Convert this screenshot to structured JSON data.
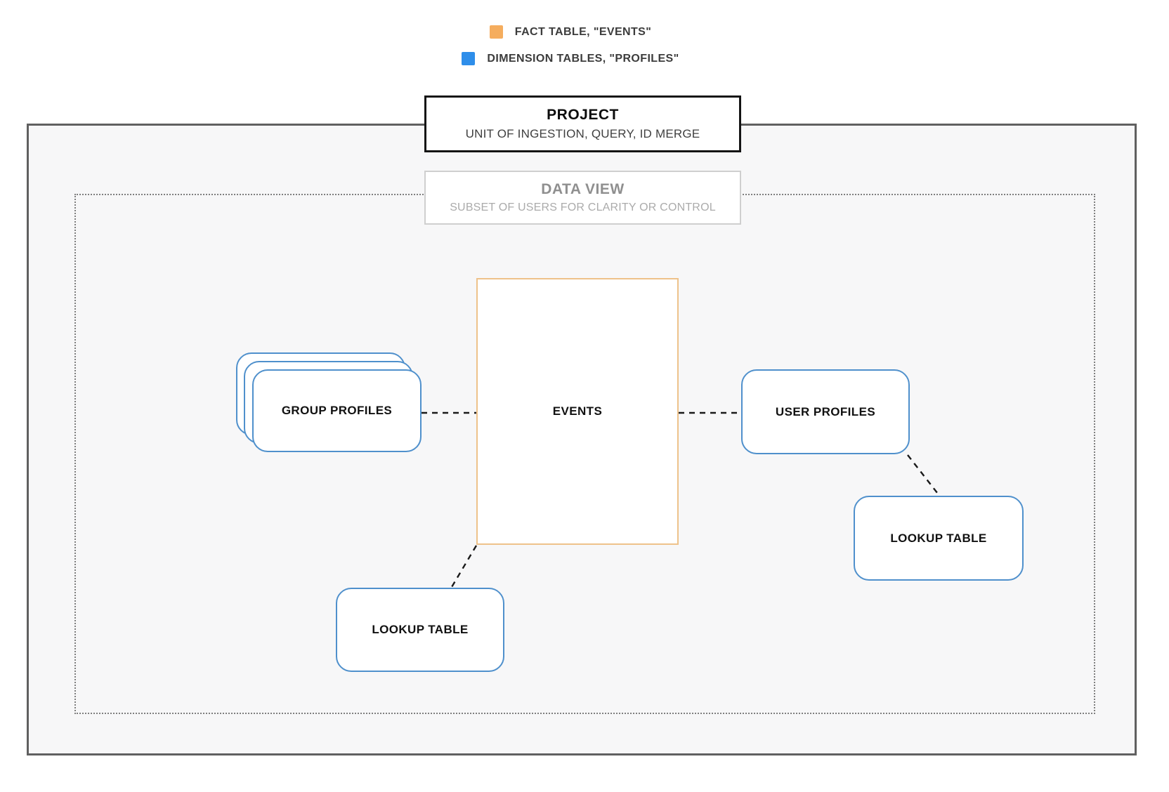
{
  "legend": {
    "items": [
      {
        "id": "fact",
        "label": "FACT TABLE, \"EVENTS\"",
        "color": "#F5AD5E"
      },
      {
        "id": "dimension",
        "label": "DIMENSION TABLES, \"PROFILES\"",
        "color": "#2E8EEA"
      }
    ]
  },
  "project": {
    "title": "PROJECT",
    "subtitle": "UNIT OF INGESTION, QUERY, ID MERGE"
  },
  "data_view": {
    "title": "DATA VIEW",
    "subtitle": "SUBSET OF USERS FOR CLARITY OR CONTROL"
  },
  "nodes": {
    "events": {
      "label": "EVENTS",
      "type": "fact"
    },
    "group_profiles": {
      "label": "GROUP PROFILES",
      "type": "dimension",
      "stacked": true
    },
    "user_profiles": {
      "label": "USER PROFILES",
      "type": "dimension"
    },
    "lookup_table_right": {
      "label": "LOOKUP TABLE",
      "type": "dimension"
    },
    "lookup_table_bottom": {
      "label": "LOOKUP TABLE",
      "type": "dimension"
    }
  },
  "colors": {
    "fact_swatch": "#F5AD5E",
    "dimension_swatch": "#2E8EEA",
    "fact_node_border": "#EEC28A",
    "dimension_node_border": "#4F90CC",
    "project_border": "#141414",
    "data_view_border": "#CFCFCF",
    "outer_boundary_border": "#606060",
    "boundary_fill": "#F7F7F8",
    "connector": "#1A1A1A"
  }
}
